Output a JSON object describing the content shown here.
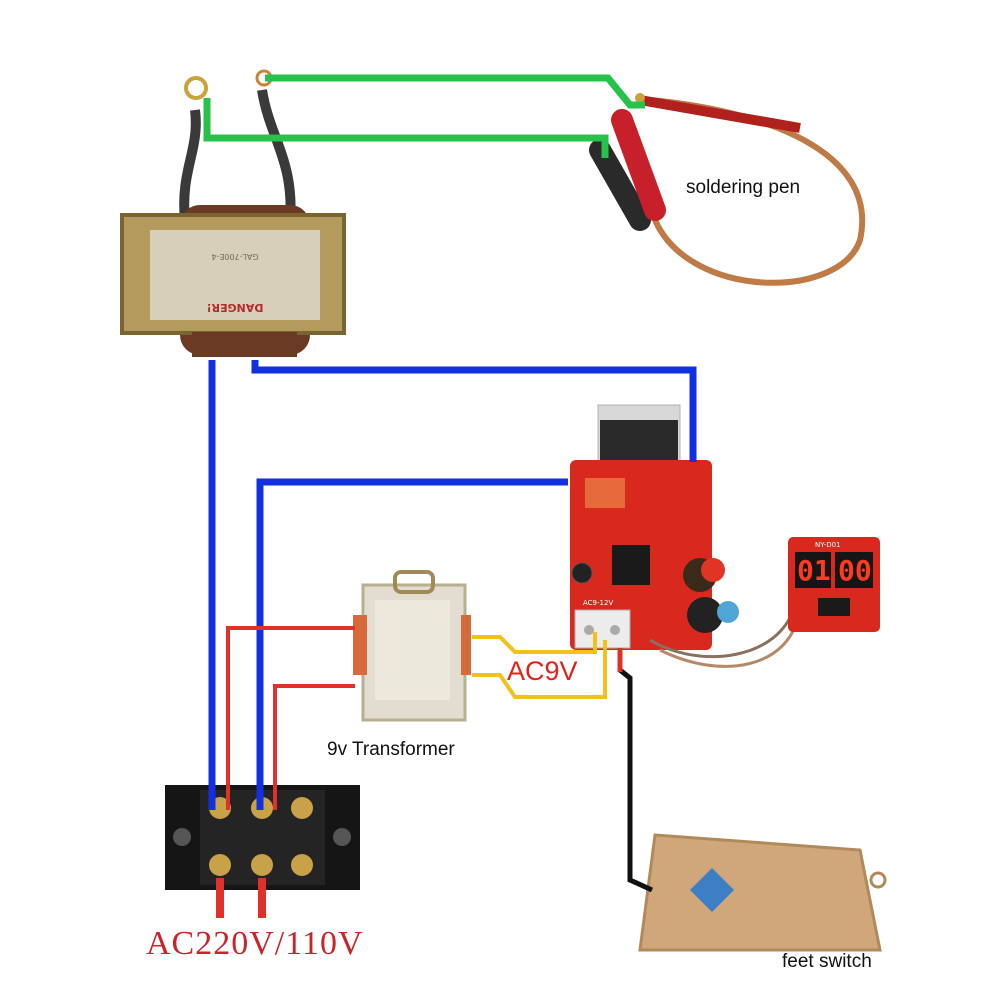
{
  "labels": {
    "soldering_pen": "soldering pen",
    "ac9v": "AC9V",
    "transformer_9v": "9v Transformer",
    "ac_input": "AC220V/110V",
    "feet_switch": "feet switch"
  },
  "display": {
    "left_digits": "01",
    "right_digits": "00"
  },
  "wire_colors": {
    "output": "#27c24a",
    "primary": "#1230e0",
    "low_voltage": "#e0302a",
    "ac9v": "#f2c21a",
    "pedal": "#111111"
  },
  "components": [
    "main-transformer",
    "soldering-pen",
    "control-board",
    "display-board",
    "small-transformer",
    "terminal-block",
    "foot-pedal"
  ]
}
